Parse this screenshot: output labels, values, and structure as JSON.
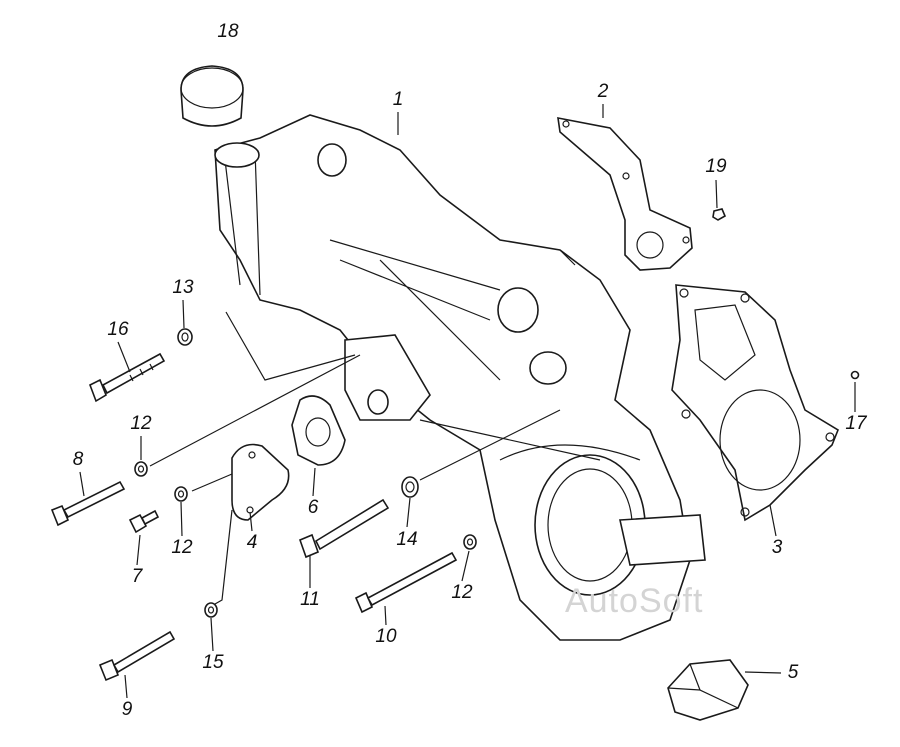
{
  "watermark": "AutoSoft",
  "callouts": [
    {
      "id": "18",
      "text": "18"
    },
    {
      "id": "1",
      "text": "1"
    },
    {
      "id": "2",
      "text": "2"
    },
    {
      "id": "19",
      "text": "19"
    },
    {
      "id": "13",
      "text": "13"
    },
    {
      "id": "16",
      "text": "16"
    },
    {
      "id": "17",
      "text": "17"
    },
    {
      "id": "12a",
      "text": "12"
    },
    {
      "id": "8",
      "text": "8"
    },
    {
      "id": "12b",
      "text": "12"
    },
    {
      "id": "4",
      "text": "4"
    },
    {
      "id": "6",
      "text": "6"
    },
    {
      "id": "14",
      "text": "14"
    },
    {
      "id": "3",
      "text": "3"
    },
    {
      "id": "7",
      "text": "7"
    },
    {
      "id": "11",
      "text": "11"
    },
    {
      "id": "12c",
      "text": "12"
    },
    {
      "id": "10",
      "text": "10"
    },
    {
      "id": "15",
      "text": "15"
    },
    {
      "id": "5",
      "text": "5"
    },
    {
      "id": "9",
      "text": "9"
    }
  ]
}
